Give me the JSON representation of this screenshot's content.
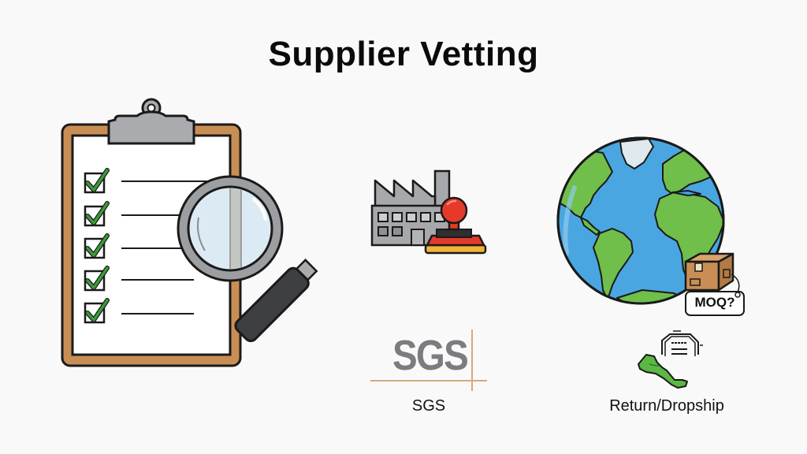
{
  "header": {
    "title": "Supplier Vetting"
  },
  "clipboard": {
    "icon": "clipboard-checklist-icon",
    "checklist_items": 5,
    "colors": {
      "board": "#c98e55",
      "paper": "#ffffff",
      "clip": "#a9abae",
      "check": "#3c9a3a"
    }
  },
  "magnifier": {
    "icon": "magnifying-glass-icon",
    "colors": {
      "rim": "#9c9ea1",
      "lens": "#dcebf3",
      "handle": "#3d3f42"
    }
  },
  "factory": {
    "icon": "factory-with-stamp-icon",
    "colors": {
      "building": "#a6a8ab",
      "stamp": "#e53a2a",
      "stamp_base": "#2f2f2f",
      "stamp_accent": "#f0b43a"
    }
  },
  "sgs": {
    "logo_text": "SGS",
    "caption": "SGS",
    "colors": {
      "logo": "#7a7c80",
      "rule": "#d6a97a"
    }
  },
  "globe": {
    "icon": "globe-icon",
    "box_icon": "cardboard-box-icon",
    "tag_label": "MOQ?",
    "colors": {
      "ocean": "#4aa6e0",
      "land": "#6fbf4a",
      "ice": "#dfe9ee",
      "box": "#c98e55"
    }
  },
  "return": {
    "icon": "return-dropship-icon",
    "caption": "Return/Dropship",
    "colors": {
      "arrow": "#5ab845"
    }
  }
}
